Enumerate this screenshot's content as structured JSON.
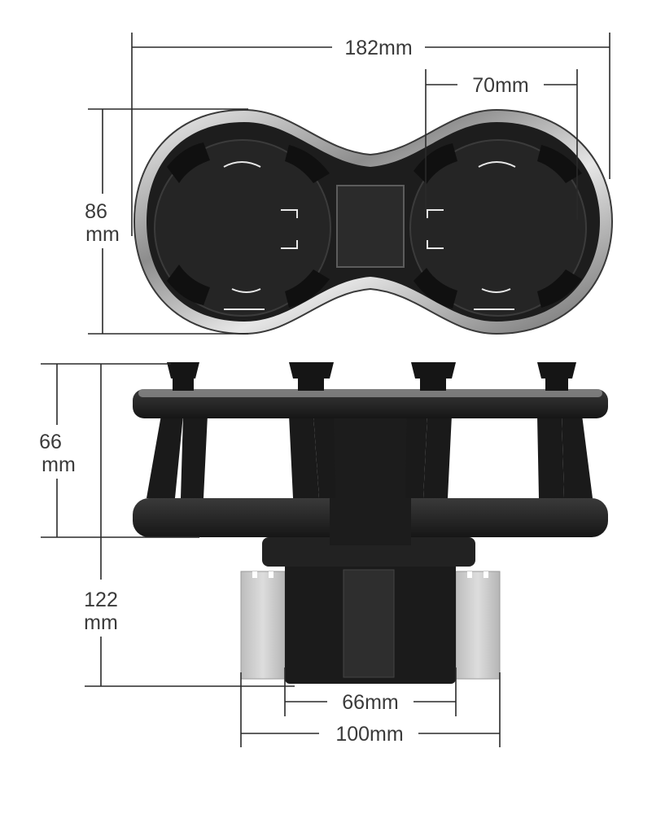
{
  "dimensions": {
    "overall_width": "182mm",
    "cup_diameter": "70mm",
    "top_height_value": "86",
    "top_height_unit": "mm",
    "holder_height_value": "66",
    "holder_height_unit": "mm",
    "total_height_value": "122",
    "total_height_unit": "mm",
    "base_diameter": "66mm",
    "base_max_width": "100mm"
  },
  "colors": {
    "body": "#1f1f1f",
    "ring": "#b9b9b9",
    "insert": "#c8c8c8",
    "dimension_lines": "#2a2a2a"
  }
}
